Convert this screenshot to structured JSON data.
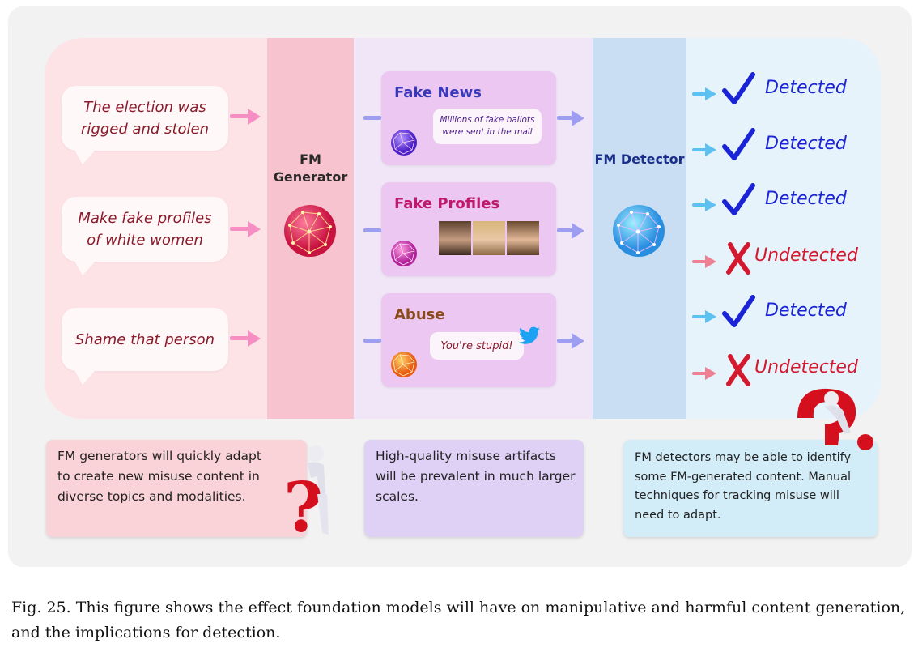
{
  "prompts": [
    "The election was rigged and stolen",
    "Make fake profiles of white women",
    "Shame that person"
  ],
  "generator": {
    "title": "FM Generator"
  },
  "detector": {
    "title": "FM Detector"
  },
  "artifacts": [
    {
      "title": "Fake News",
      "title_color": "#3a3ab8",
      "quote": "Millions of fake ballots were sent in the mail"
    },
    {
      "title": "Fake Profiles",
      "title_color": "#c0186a"
    },
    {
      "title": "Abuse",
      "title_color": "#8a4a1a",
      "quote": "You're stupid!"
    }
  ],
  "results": [
    {
      "label": "Detected",
      "status": "detected"
    },
    {
      "label": "Detected",
      "status": "detected"
    },
    {
      "label": "Detected",
      "status": "detected"
    },
    {
      "label": "Undetected",
      "status": "undetected"
    },
    {
      "label": "Detected",
      "status": "detected"
    },
    {
      "label": "Undetected",
      "status": "undetected"
    }
  ],
  "notes": {
    "generator": "FM generators will quickly adapt to create new misuse content in diverse topics and modalities.",
    "artifacts": "High-quality misuse artifacts will be prevalent in much larger scales.",
    "detector": "FM detectors may be able to identify some FM-generated content.  Manual techniques for tracking misuse will need to adapt."
  },
  "caption": "Fig. 25.   This figure shows the effect foundation models will have on manipulative and harmful content generation, and the implications for detection.",
  "colors": {
    "detected": "#1a23d6",
    "undetected": "#d4192f",
    "pink_arrow": "#f58fc3",
    "purple_arrow": "#9e9ef0",
    "blue_arrow": "#5cc0f0",
    "red_arrow": "#ef7f93"
  },
  "icons": [
    "speech-bubble-icon",
    "network-sphere-icon",
    "face-photo-icon",
    "twitter-bird-icon",
    "checkmark-icon",
    "x-mark-icon",
    "question-mark-figure-icon"
  ]
}
